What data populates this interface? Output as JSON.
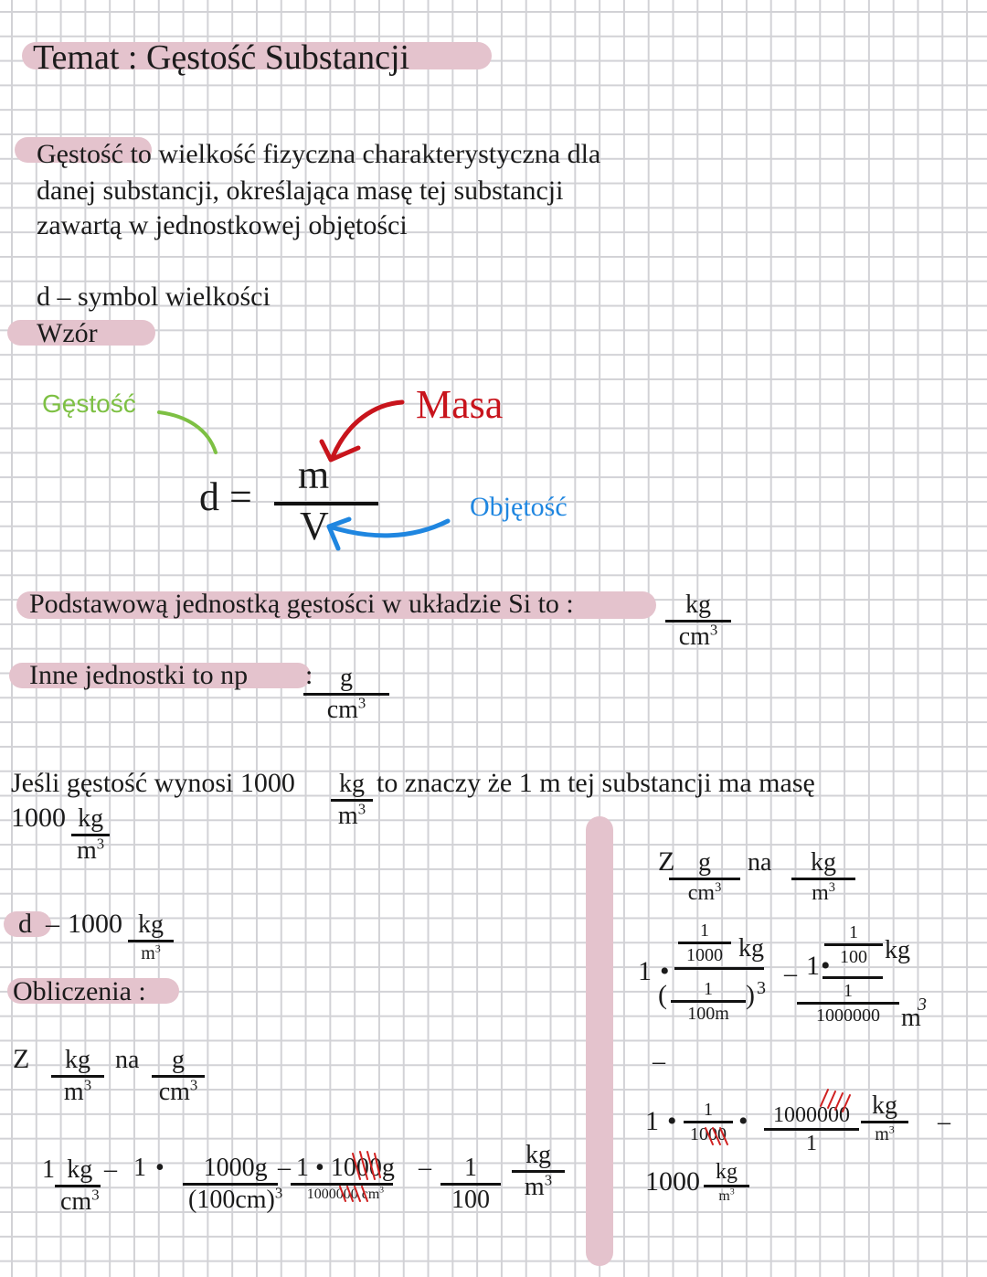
{
  "title": "Temat : Gęstość Substancji",
  "definition": {
    "line1": "Gęstość to wielkość fizyczna charakterystyczna dla",
    "line2": "danej substancji, określająca masę tej substancji",
    "line3": "zawartą w jednostkowej objętości"
  },
  "symbol_line": "d – symbol wielkości",
  "wzor_label": "Wzór",
  "formula": {
    "label_density": "Gęstość",
    "label_mass": "Masa",
    "label_volume": "Objętość",
    "lhs": "d =",
    "numerator": "m",
    "denominator": "V",
    "color_density": "#7dc043",
    "color_mass": "#c8141c",
    "color_volume": "#1f86e0"
  },
  "si_unit": {
    "text": "Podstawową jednostką gęstości w układzie Si to :",
    "num": "kg",
    "den": "cm",
    "exp": "3"
  },
  "other_units": {
    "text": "Inne jednostki to np",
    "colon": ":",
    "num": "g",
    "den": "cm",
    "exp": "3"
  },
  "example": {
    "part1": "Jeśli gęstość wynosi 1000",
    "part2": "to znaczy że 1 m tej substancji ma masę",
    "value": "1000",
    "num": "kg",
    "den": "m",
    "exp": "3"
  },
  "d_line": {
    "d": "d",
    "dash": "–",
    "value": "1000",
    "num": "kg",
    "den": "m",
    "exp": "3"
  },
  "calc_label": "Obliczenia :",
  "left_calc": {
    "z": "Z",
    "na": "na",
    "from_num": "kg",
    "from_den": "m",
    "to_num": "g",
    "to_den": "cm",
    "exp": "3",
    "s1_coef": "1",
    "s1_num": "kg",
    "s1_den": "cm",
    "eq": "–",
    "one": "1",
    "dot": "•",
    "s2_num": "1000g",
    "s2_den": "(100cm)",
    "s3_num_a": "1",
    "s3_num_b": "1000g",
    "s3_den": "1000000 cm",
    "s4_num": "1",
    "s4_den": "100",
    "s5_num": "kg",
    "s5_den": "m"
  },
  "right_calc": {
    "z": "Z",
    "na": "na",
    "from_num": "g",
    "from_den": "cm",
    "to_num": "kg",
    "to_den": "m",
    "exp": "3",
    "one": "1",
    "dot": "•",
    "f1_inner_num": "1",
    "f1_inner_den": "1000",
    "kg": "kg",
    "paren_open": "(",
    "paren_close": ")",
    "f1_den_num": "1",
    "f1_den_den": "100m",
    "eq": "–",
    "f2_inner_num": "1",
    "f2_inner_den": "100",
    "f2_den_num": "1",
    "f2_den_den": "1000000",
    "m": "m",
    "r2_n1": "1",
    "r2_d1": "1000",
    "r2_n2": "1000000",
    "r2_d2": "1",
    "r2_n3": "kg",
    "r2_d3": "m",
    "result_value": "1000",
    "result_num": "kg",
    "result_den": "m"
  }
}
